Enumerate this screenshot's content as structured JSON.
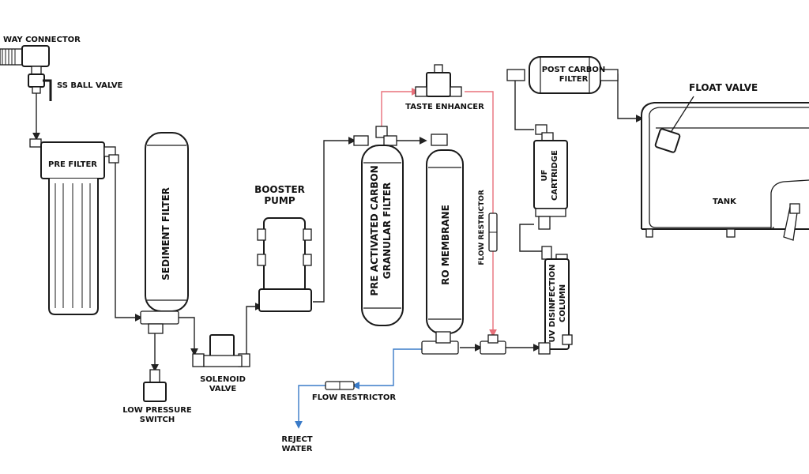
{
  "labels": {
    "way_connector": "WAY CONNECTOR",
    "ss_ball_valve": "SS BALL VALVE",
    "pre_filter": "PRE FILTER",
    "sediment_filter": "SEDIMENT FILTER",
    "low_pressure_switch_line1": "LOW PRESSURE",
    "low_pressure_switch_line2": "SWITCH",
    "solenoid_valve_line1": "SOLENOID",
    "solenoid_valve_line2": "VALVE",
    "booster_pump_line1": "BOOSTER",
    "booster_pump_line2": "PUMP",
    "pre_carbon_line1": "PRE ACTIVATED CARBON",
    "pre_carbon_line2": "GRANULAR FILTER",
    "taste_enhancer": "TASTE ENHANCER",
    "ro_membrane": "RO MEMBRANE",
    "flow_restrictor_vertical": "FLOW RESTRICTOR",
    "flow_restrictor_horizontal": "FLOW RESTRICTOR",
    "reject_water_line1": "REJECT",
    "reject_water_line2": "WATER",
    "post_carbon_line1": "POST CARBON",
    "post_carbon_line2": "FILTER",
    "uf_line1": "UF",
    "uf_line2": "CARTRIDGE",
    "uv_line1": "UV DISINFECTION",
    "uv_line2": "COLUMN",
    "float_valve": "FLOAT VALVE",
    "tank": "TANK"
  },
  "colors": {
    "pipe": "#222222",
    "pure_water_pipe": "#e8707a",
    "reject_water_pipe": "#3a7bc8"
  }
}
